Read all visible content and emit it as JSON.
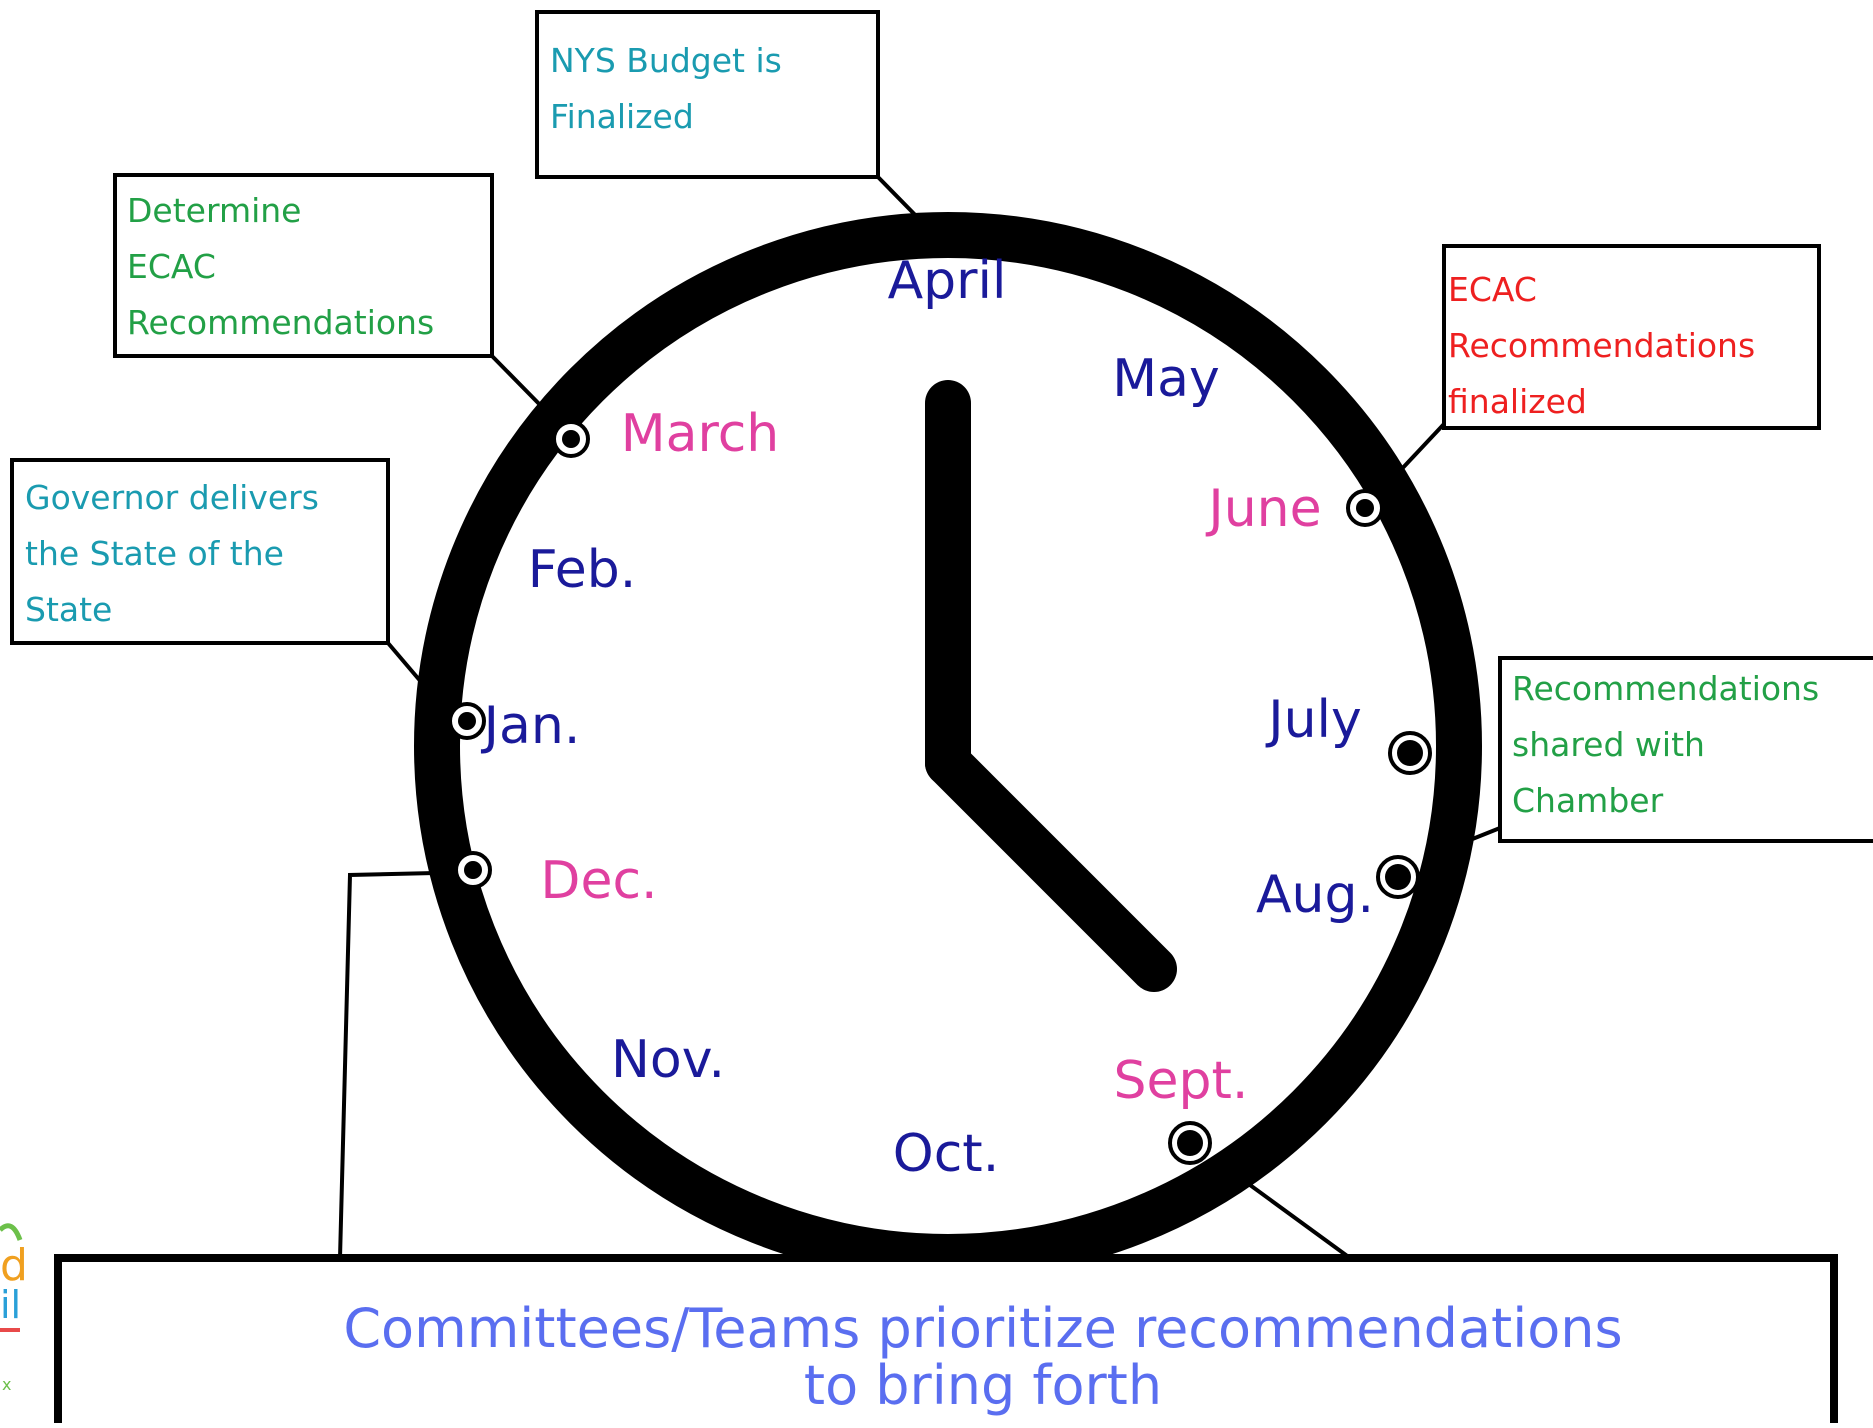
{
  "colors": {
    "navy": "#1a1a9a",
    "pink": "#e040a0",
    "teal": "#1a9bb0",
    "green": "#22a046",
    "red": "#ee2020",
    "periwinkle": "#5a6ef0",
    "stroke": "#000000"
  },
  "months": {
    "april": "April",
    "may": "May",
    "june": "June",
    "july": "July",
    "aug": "Aug.",
    "sept": "Sept.",
    "oct": "Oct.",
    "nov": "Nov.",
    "dec": "Dec.",
    "jan": "Jan.",
    "feb": "Feb.",
    "march": "March"
  },
  "callouts": {
    "budget": {
      "line1": "NYS Budget is",
      "line2": "Finalized"
    },
    "determine": {
      "line1": "Determine",
      "line2": "ECAC",
      "line3": "Recommendations"
    },
    "governor": {
      "line1": "Governor delivers",
      "line2": "the State of the",
      "line3": "State"
    },
    "finalized": {
      "line1": "ECAC",
      "line2": "Recommendations",
      "line3": "finalized"
    },
    "shared": {
      "line1": "Recommendations",
      "line2": "shared with",
      "line3": "Chamber"
    },
    "committees": {
      "line1": "Committees/Teams prioritize recommendations",
      "line2": "to bring forth"
    }
  },
  "logo_fragments": [
    "d",
    "il",
    "x"
  ]
}
